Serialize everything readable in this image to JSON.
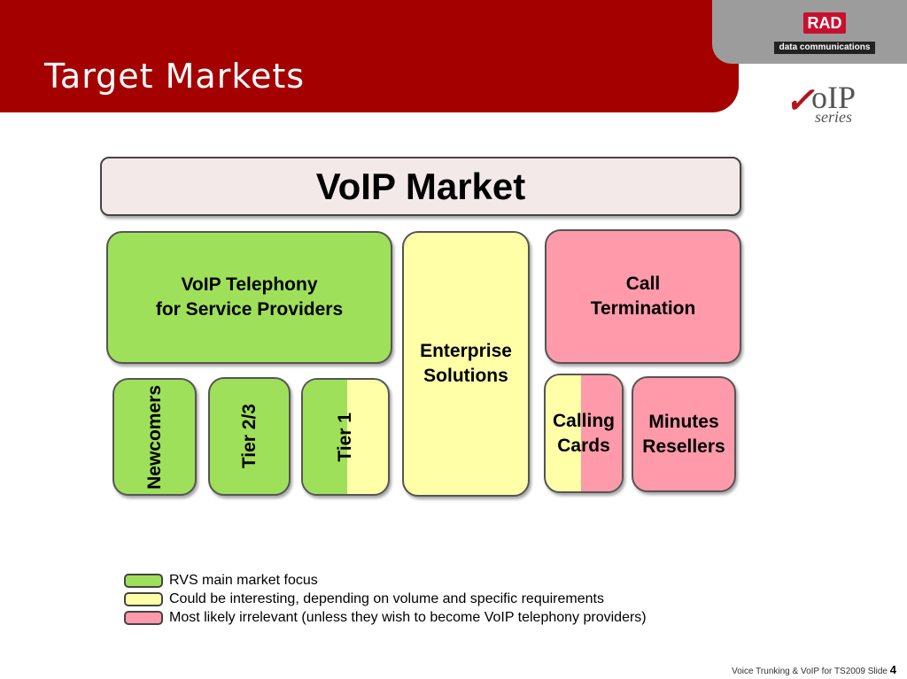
{
  "header": {
    "title": "Target Markets"
  },
  "logos": {
    "rad": "RAD",
    "rad_tagline": "data communications",
    "voip_mark": "oIP",
    "voip_series": "series"
  },
  "diagram": {
    "banner": "VoIP Market",
    "voip_telephony": "VoIP Telephony\nfor Service Providers",
    "enterprise": "Enterprise\nSolutions",
    "call_termination": "Call\nTermination",
    "newcomers": "Newcomers",
    "tier23": "Tier 2/3",
    "tier1": "Tier 1",
    "calling_cards": "Calling\nCards",
    "minutes_resellers": "Minutes\nResellers"
  },
  "legend": [
    {
      "label": "RVS main market focus",
      "color": "#9fe05a"
    },
    {
      "label": "Could be interesting, depending on volume and specific requirements",
      "color": "#ffffa8"
    },
    {
      "label": "Most likely irrelevant (unless they wish to become VoIP telephony providers)",
      "color": "#ff9aaa"
    }
  ],
  "footer": {
    "text": "Voice Trunking & VoIP for TS2009  Slide ",
    "slide_number": "4"
  }
}
